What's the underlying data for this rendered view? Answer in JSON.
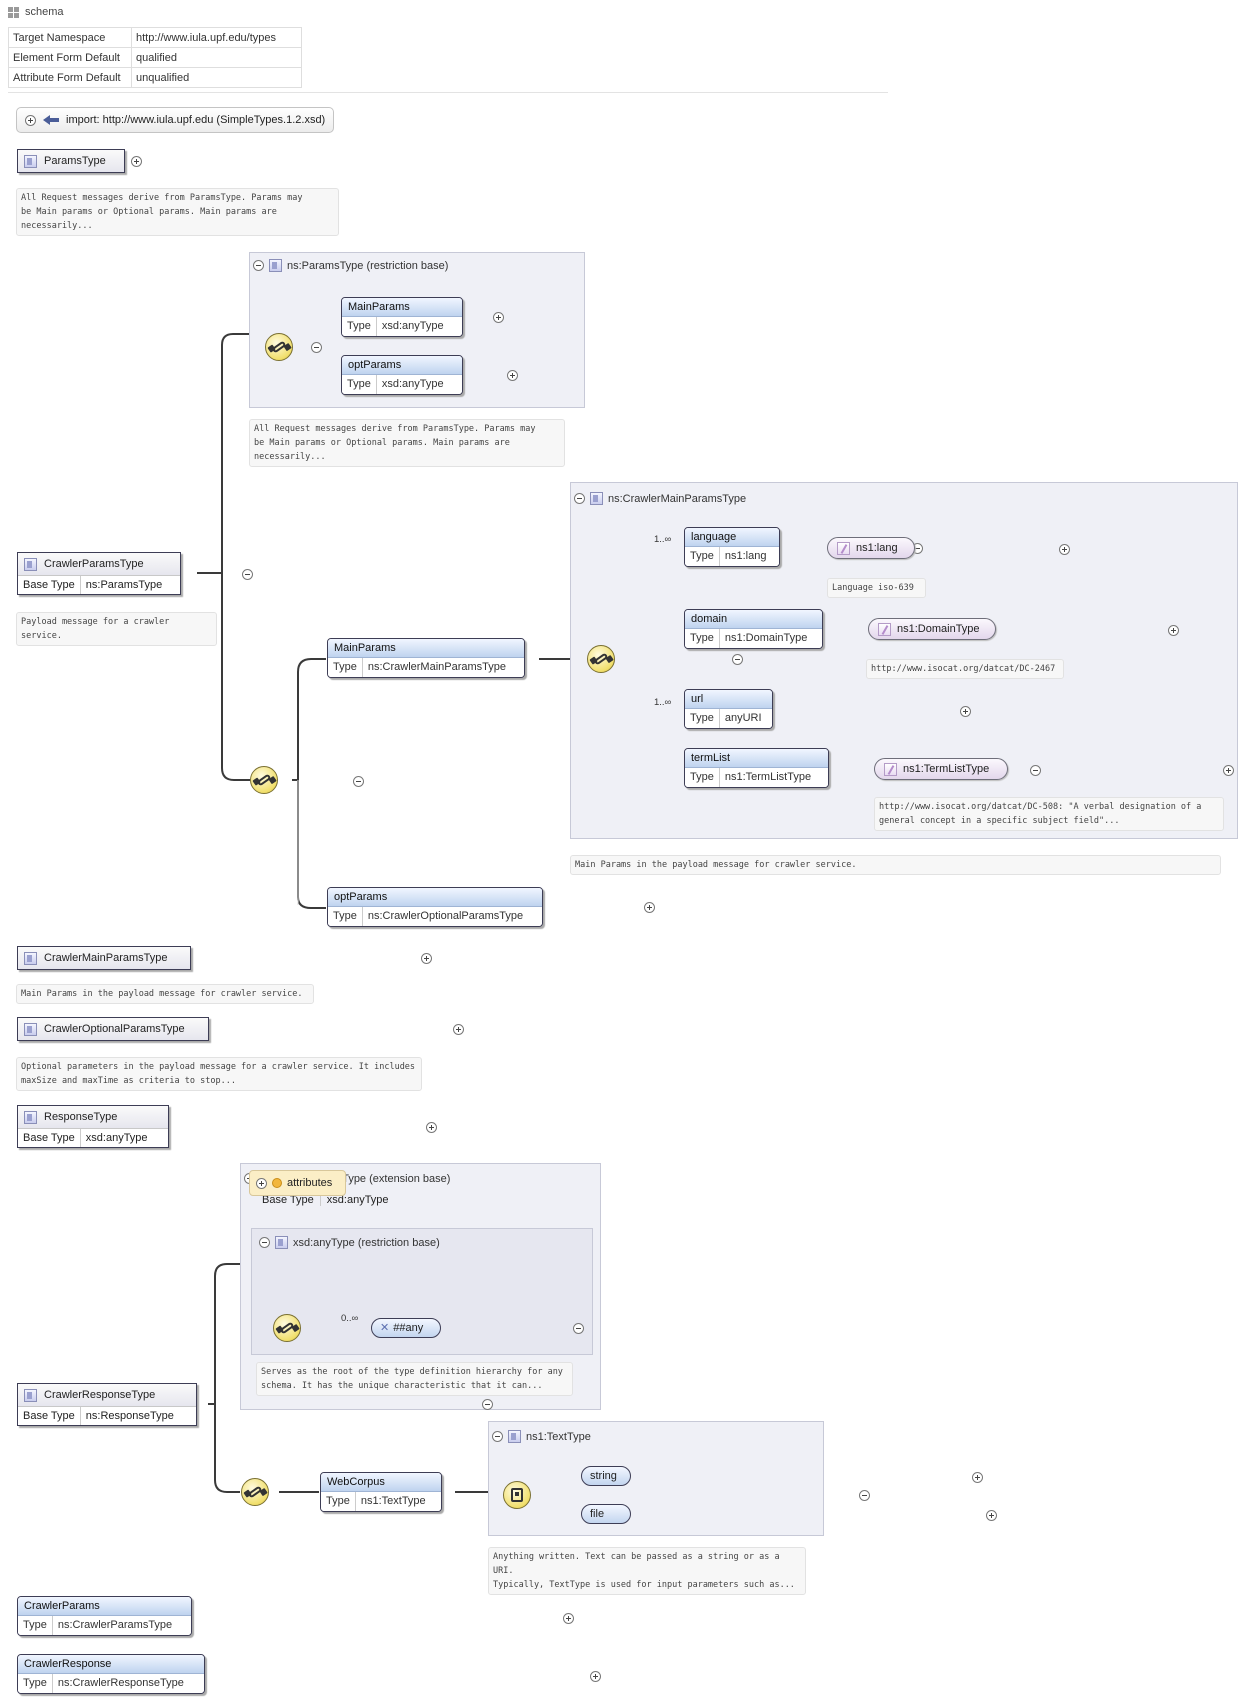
{
  "schema": {
    "title": "schema",
    "properties": [
      {
        "key": "Target Namespace",
        "value": "http://www.iula.upf.edu/types"
      },
      {
        "key": "Element Form Default",
        "value": "qualified"
      },
      {
        "key": "Attribute Form Default",
        "value": "unqualified"
      }
    ]
  },
  "import_label": "import: http://www.iula.upf.edu (SimpleTypes.1.2.xsd)",
  "labels": {
    "type": "Type",
    "base_type": "Base Type"
  },
  "params_type": {
    "name": "ParamsType",
    "note": "All Request messages derive from ParamsType. Params may\nbe Main params or Optional params. Main params are\nnecessarily..."
  },
  "params_restriction": {
    "header": "ns:ParamsType (restriction base)",
    "elements": [
      {
        "name": "MainParams",
        "type": "xsd:anyType"
      },
      {
        "name": "optParams",
        "type": "xsd:anyType"
      }
    ],
    "note": "All Request messages derive from ParamsType. Params may\nbe Main params or Optional params. Main params are\nnecessarily..."
  },
  "crawler_params_type": {
    "name": "CrawlerParamsType",
    "base": "ns:ParamsType",
    "note": "Payload message for a crawler\nservice."
  },
  "main_params": {
    "name": "MainParams",
    "type": "ns:CrawlerMainParamsType"
  },
  "opt_params": {
    "name": "optParams",
    "type": "ns:CrawlerOptionalParamsType"
  },
  "crawler_main": {
    "header": "ns:CrawlerMainParamsType",
    "elements": [
      {
        "name": "language",
        "type": "ns1:lang",
        "card": "1..∞",
        "ref": "ns1:lang",
        "ref_note": "Language iso-639"
      },
      {
        "name": "domain",
        "type": "ns1:DomainType",
        "card": "",
        "ref": "ns1:DomainType",
        "ref_note": "http://www.isocat.org/datcat/DC-2467"
      },
      {
        "name": "url",
        "type": "anyURI",
        "card": "1..∞"
      },
      {
        "name": "termList",
        "type": "ns1:TermListType",
        "card": "",
        "ref": "ns1:TermListType",
        "ref_note": "http://www.isocat.org/datcat/DC-508: \"A verbal designation of a\ngeneral concept in a specific subject field\"..."
      }
    ],
    "note": "Main Params in the payload message for crawler service."
  },
  "main_params_type": {
    "name": "CrawlerMainParamsType",
    "note": "Main Params in the payload message for crawler service."
  },
  "optional_params_type": {
    "name": "CrawlerOptionalParamsType",
    "note": "Optional parameters in the payload message for a crawler service. It includes\nmaxSize and maxTime as criteria to stop..."
  },
  "response_type": {
    "name": "ResponseType",
    "base": "xsd:anyType"
  },
  "response_extension": {
    "header": "ns:ResponseType (extension base)",
    "base": "xsd:anyType",
    "inner_header": "xsd:anyType (restriction base)",
    "attributes": "attributes",
    "any_card": "0..∞",
    "any": "##any",
    "note": "Serves as the root of the type definition hierarchy for any\nschema. It has the unique characteristic that it can..."
  },
  "crawler_response_type": {
    "name": "CrawlerResponseType",
    "base": "ns:ResponseType"
  },
  "web_corpus": {
    "name": "WebCorpus",
    "type": "ns1:TextType"
  },
  "text_type": {
    "header": "ns1:TextType",
    "choices": [
      "string",
      "file"
    ],
    "note": "Anything written. Text can be passed as a string or as a URI.\nTypically, TextType is used for input parameters such as..."
  },
  "crawler_params_el": {
    "name": "CrawlerParams",
    "type": "ns:CrawlerParamsType"
  },
  "crawler_response_el": {
    "name": "CrawlerResponse",
    "type": "ns:CrawlerResponseType"
  }
}
